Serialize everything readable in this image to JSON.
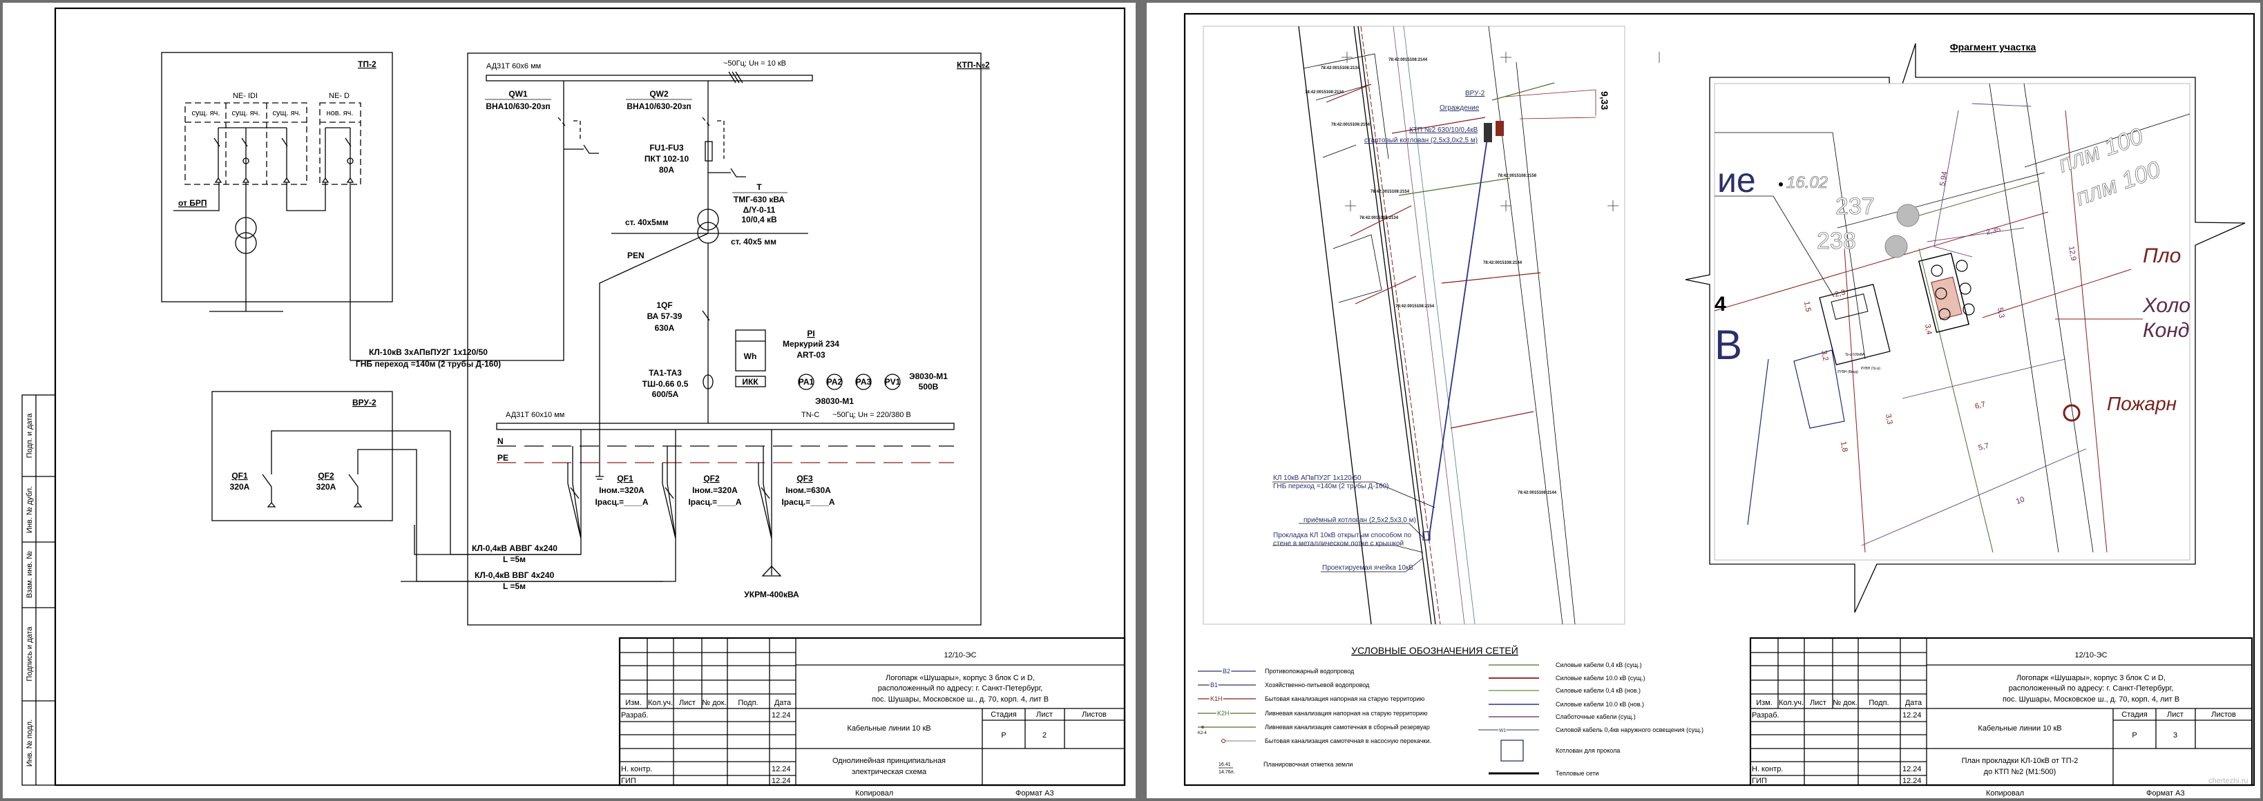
{
  "sheet1": {
    "tp2": {
      "title": "ТП-2",
      "ne_idi": "NE- IDI",
      "ne_d": "NE- D",
      "cells": [
        "сущ. яч.",
        "сущ. яч.",
        "сущ. яч.",
        "нов. яч."
      ],
      "from_brp": "от БРП"
    },
    "ktp": {
      "title": "КТП-№2",
      "bus_hv": "АД31Т 60х6 мм",
      "hv_params": "~50Гц; Uн = 10 кВ",
      "qw1": "QW1",
      "qw1_type": "ВНА10/630-20зп",
      "qw2": "QW2",
      "qw2_type": "ВНА10/630-20зп",
      "fuse": "FU1-FU3",
      "fuse_type": "ПКТ 102-10",
      "fuse_rating": "80А",
      "transformer": "T",
      "transformer_type": "ТМГ-630 кВА",
      "transformer_group": "Δ/Y-0-11",
      "transformer_voltage": "10/0,4 кВ",
      "ground1": "ст. 40х5мм",
      "ground2": "ст. 40х5 мм",
      "pen": "PEN",
      "main_breaker": "1QF",
      "main_breaker_type": "ВА 57-39",
      "main_breaker_rating": "630А",
      "ct": "ТА1-ТА3",
      "ct_type": "ТШ-0.66 0.5",
      "ct_ratio": "600/5А",
      "meter_label": "Wh",
      "ikk": "ИКК",
      "meter": "PI",
      "meter_type": "Меркурий 234",
      "meter_model": "ART-03",
      "instruments": [
        "PA1",
        "PA2",
        "PA3",
        "PV1"
      ],
      "voltmeter_type": "Э8030-М1",
      "voltmeter_range": "500В",
      "ammeter_type": "Э8030-М1",
      "bus_lv": "АД31Т 60х10 мм",
      "lv_system": "TN-C",
      "lv_params": "~50Гц; Uн = 220/380 В",
      "n": "N",
      "pe": "PE",
      "feeders": [
        {
          "name": "QF1",
          "inom": "Iном.=320А",
          "irasc": "Iрасц.=____А"
        },
        {
          "name": "QF2",
          "inom": "Iном.=320А",
          "irasc": "Iрасц.=____А"
        },
        {
          "name": "QF3",
          "inom": "Iном.=630А",
          "irasc": "Iрасц.=____А"
        }
      ],
      "compensation": "УКРМ-400кВА"
    },
    "cable_hv": "КЛ-10кВ 3хАПвПУ2Г 1х120/50",
    "cable_hv_route": "ГНБ переход =140м (2 трубы Д-160)",
    "vru": {
      "title": "ВРУ-2",
      "qf1": "QF1",
      "qf1_rating": "320А",
      "qf2": "QF2",
      "qf2_rating": "320А"
    },
    "cable_lv1": "КЛ-0,4кВ АВВГ 4х240",
    "cable_lv1_len": "L =5м",
    "cable_lv2": "КЛ-0,4кВ ВВГ 4х240",
    "cable_lv2_len": "L =5м",
    "side_stamp": [
      "Подп. и дата",
      "Инв. № дубл.",
      "Взам. инв. №",
      "Подпись и дата",
      "Инв. № подл."
    ],
    "title_block": {
      "code": "12/10-ЭС",
      "address": [
        "Логопарк «Шушары», корпус 3 блок С и D,",
        "расположенный по адресу: г. Санкт-Петербург,",
        "пос. Шушары, Московское ш., д. 70, корп. 4, лит В"
      ],
      "headers": [
        "Изм.",
        "Кол.уч.",
        "Лист",
        "№ док.",
        "Подп.",
        "Дата"
      ],
      "roles": [
        "Разраб.",
        "Н. контр.",
        "ГИП"
      ],
      "dates": [
        "12.24",
        "12.24",
        "12.24"
      ],
      "project": "Кабельные линии 10 кВ",
      "stage_headers": [
        "Стадия",
        "Лист",
        "Листов"
      ],
      "stage": "Р",
      "sheet": "2",
      "sheet_title": [
        "Однолинейная принципиальная",
        "электрическая схема"
      ],
      "copied": "Копировал",
      "format": "Формат А3"
    }
  },
  "sheet2": {
    "map_labels": {
      "vru": "ВРУ-2",
      "fence": "Ограждение",
      "ktp": "КТП №2 630/10/0,4кВ",
      "start_pit": "стартовый котлован (2,5х3,0х2,5 м)",
      "dim_933": "9,33",
      "cable": "КЛ 10кВ АПвПУ2Г 1х120/50",
      "cable_route": "ГНБ переход =140м (2 трубы Д-160)",
      "receive_pit": "приёмный котлован (2,5х2,5х3,0 м)",
      "wall_laying_1": "Прокладка КЛ 10кВ открытым способом по",
      "wall_laying_2": "стене в металлическом лотке с крышкой",
      "new_cell": "Проектируемая ячейка 10кВ",
      "cadastral": [
        "78:42:0015108:2144",
        "78:42:0015108:2134",
        "78:42:0015108:2156",
        "78:42:0015108:2134",
        "78:42:0015108:2158",
        "78:42:0015108:2154",
        "78:42:0015108:2134",
        "78:42:0015108:2144",
        "78:42:0015108:2144",
        "78:42:0015108:2154"
      ]
    },
    "fragment": {
      "title": "Фрагмент участка",
      "texts": [
        "ие",
        "16.02",
        "237",
        "238",
        "плм 100",
        "плм 100",
        "Пло",
        "Холо",
        "Конд",
        "Пожарн",
        "В",
        "4"
      ],
      "dims": [
        "5,94",
        "2,35",
        "12,9",
        "2,3",
        "1,5",
        "5,3",
        "3,4",
        "6,7",
        "5,7",
        "10",
        "3,3",
        "1,8",
        "3,2"
      ],
      "equipment": [
        "Тр-р 630кВА",
        "РУВН (Ввод)",
        "РУВН (Тр-р)"
      ]
    },
    "legend": {
      "title": "УСЛОВНЫЕ ОБОЗНАЧЕНИЯ СЕТЕЙ",
      "left": [
        {
          "code": "B2",
          "label": "Противопожарный  водопровод",
          "color": "#2b2f6b"
        },
        {
          "code": "B1",
          "label": "Хозяйственно-питьевой водопровод",
          "color": "#2b2f6b"
        },
        {
          "code": "K1H",
          "label": "Бытовая канализация напорная на старую территорию",
          "color": "#7a1f1a"
        },
        {
          "code": "K2H",
          "label": "Ливневая канализация напорная на старую территорию",
          "color": "#4a6b2a"
        },
        {
          "code": "K2-4",
          "label": "Ливневая канализация самотечная в сборный резервуар",
          "color": "#4a6b2a"
        },
        {
          "code": "",
          "label": "Бытовая канализация самотечная в насосную перекачки.",
          "color": "#7a1f1a"
        },
        {
          "code": "16.41",
          "code2": "14.76л.",
          "label": "Планировочная отметка земли",
          "color": "#000000"
        }
      ],
      "right": [
        {
          "label": "Силовые кабели 0,4 кВ (сущ.)",
          "color": "#4a6b2a"
        },
        {
          "label": "Силовые кабели 10.0 кВ (сущ.)",
          "color": "#a0302a"
        },
        {
          "label": "Силовые кабели 0,4 кВ (нов.)",
          "color": "#6b8a3a"
        },
        {
          "label": "Силовые кабели 10.0 кВ (нов.)",
          "color": "#2b2f8b"
        },
        {
          "label": "Слаботочные кабели (сущ.)",
          "color": "#7a4a6a"
        },
        {
          "label": "Силовой кабель 0,4кв наружного освещения (сущ.)",
          "code": "W1",
          "color": "#2b2f6b"
        },
        {
          "label": "Котлован для прокола",
          "color": "#2b2f6b"
        },
        {
          "label": "Тепловые сети",
          "color": "#000000"
        }
      ]
    },
    "title_block": {
      "code": "12/10-ЭС",
      "address": [
        "Логопарк «Шушары», корпус 3 блок С и D,",
        "расположенный по адресу: г. Санкт-Петербург,",
        "пос. Шушары, Московское ш., д. 70, корп. 4, лит В"
      ],
      "headers": [
        "Изм.",
        "Кол.уч.",
        "Лист",
        "№ док.",
        "Подп.",
        "Дата"
      ],
      "roles": [
        "Разраб.",
        "Н. контр.",
        "ГИП"
      ],
      "dates": [
        "12.24",
        "12.24",
        "12.24"
      ],
      "project": "Кабельные линии 10 кВ",
      "stage_headers": [
        "Стадия",
        "Лист",
        "Листов"
      ],
      "stage": "Р",
      "sheet": "3",
      "sheet_title": [
        "План прокладки КЛ-10кВ от ТП-2",
        "до КТП №2 (М1:500)"
      ],
      "copied": "Копировал",
      "format": "Формат А3"
    },
    "watermark": "chertezhi.ru"
  }
}
